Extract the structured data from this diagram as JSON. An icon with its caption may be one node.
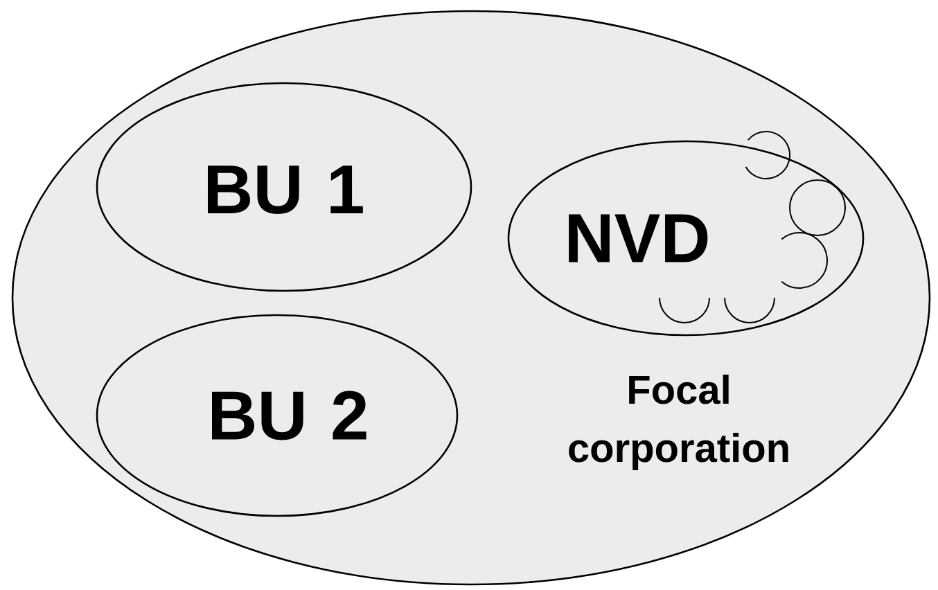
{
  "diagram": {
    "nodes": [
      {
        "text": [
          "Focal corporation"
        ]
      },
      {
        "text": [
          "BU 1"
        ],
        "in": 0
      },
      {
        "text": [
          "NVD"
        ],
        "in": 0
      },
      {
        "text": [
          "BU 2"
        ],
        "in": 0
      }
    ]
  }
}
